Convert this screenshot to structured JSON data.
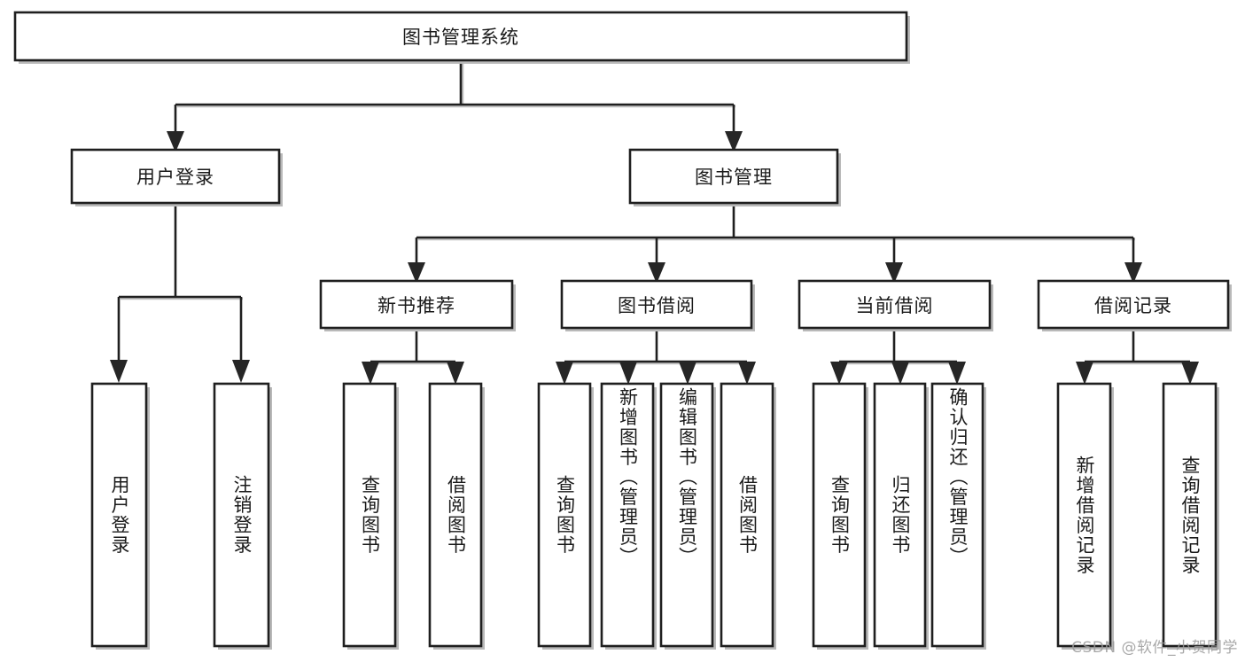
{
  "diagram": {
    "type": "tree-hierarchy",
    "title": "图书管理系统",
    "orientation": "top-down",
    "colors": {
      "box_stroke": "#1f1f1f",
      "box_fill": "#ffffff",
      "edge": "#1f1f1f",
      "shadow": "#b9b9b9",
      "text": "#1a1a1a",
      "watermark": "#9a9a9a"
    },
    "levels": {
      "root": {
        "label": "图书管理系统"
      },
      "level2": [
        {
          "id": "user-login",
          "label": "用户登录"
        },
        {
          "id": "book-management",
          "label": "图书管理"
        }
      ],
      "level3": [
        {
          "id": "new-book-recommend",
          "label": "新书推荐",
          "parent": "book-management"
        },
        {
          "id": "book-borrow",
          "label": "图书借阅",
          "parent": "book-management"
        },
        {
          "id": "current-borrow",
          "label": "当前借阅",
          "parent": "book-management"
        },
        {
          "id": "borrow-record",
          "label": "借阅记录",
          "parent": "book-management"
        }
      ],
      "leaves": [
        {
          "id": "leaf-user-login",
          "label": "用户登录",
          "parent": "user-login"
        },
        {
          "id": "leaf-logout-login",
          "label": "注销登录",
          "parent": "user-login"
        },
        {
          "id": "leaf-query-book-1",
          "label": "查询图书",
          "parent": "new-book-recommend"
        },
        {
          "id": "leaf-borrow-book-1",
          "label": "借阅图书",
          "parent": "new-book-recommend"
        },
        {
          "id": "leaf-query-book-2",
          "label": "查询图书",
          "parent": "book-borrow"
        },
        {
          "id": "leaf-add-book",
          "label": "新增图书（管理员）",
          "parent": "book-borrow"
        },
        {
          "id": "leaf-edit-book",
          "label": "编辑图书（管理员）",
          "parent": "book-borrow"
        },
        {
          "id": "leaf-borrow-book-2",
          "label": "借阅图书",
          "parent": "book-borrow"
        },
        {
          "id": "leaf-query-book-3",
          "label": "查询图书",
          "parent": "current-borrow"
        },
        {
          "id": "leaf-return-book",
          "label": "归还图书",
          "parent": "current-borrow"
        },
        {
          "id": "leaf-confirm-return",
          "label": "确认归还（管理员）",
          "parent": "current-borrow"
        },
        {
          "id": "leaf-add-record",
          "label": "新增借阅记录",
          "parent": "borrow-record"
        },
        {
          "id": "leaf-query-record",
          "label": "查询借阅记录",
          "parent": "borrow-record"
        }
      ]
    }
  },
  "watermark": {
    "text": "CSDN @软件_小贺同学"
  }
}
